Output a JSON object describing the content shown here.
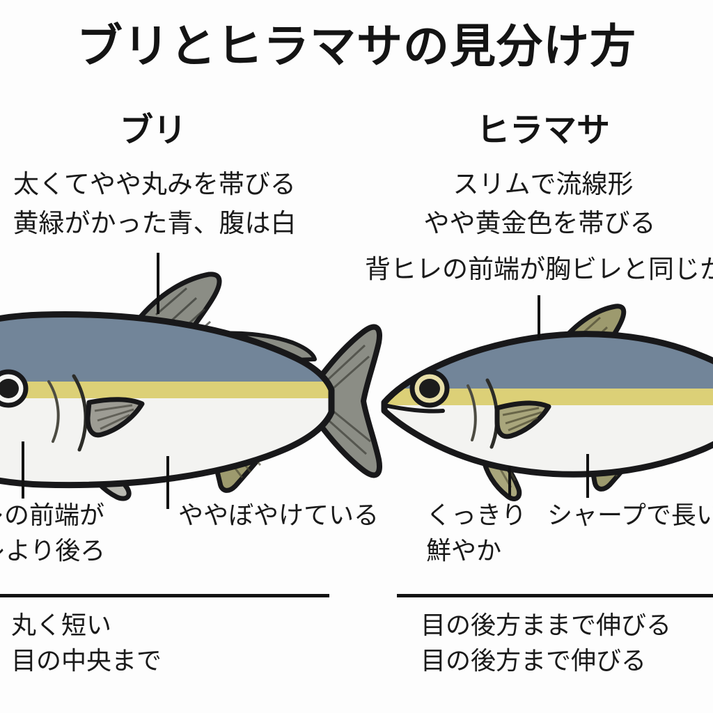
{
  "page": {
    "title": "ブリとヒラマサの見分け方",
    "background_color": "#ffffff",
    "text_color": "#1a1a1a"
  },
  "columns": {
    "left": {
      "heading": "ブリ",
      "descriptions": [
        "太くてやや丸みを帯びる",
        "黄緑がかった青、腹は白"
      ],
      "callouts": [
        "ビレの前端が",
        "ビレより後ろ",
        "ややぼやけている"
      ],
      "bottom_notes": [
        "丸く短い",
        "目の中央まで"
      ]
    },
    "right": {
      "heading": "ヒラマサ",
      "descriptions": [
        "スリムで流線形",
        "やや黄金色を帯びる",
        "背ヒレの前端が胸ビレと同じか前"
      ],
      "callouts": [
        "くっきり",
        "鮮やか",
        "シャープで長い"
      ],
      "bottom_notes": [
        "目の後方ままで伸びる",
        "目の後方まで伸びる"
      ]
    }
  },
  "illustration": {
    "left_fish_name": "buri-fish-illustration",
    "right_fish_name": "hiramasa-fish-illustration",
    "colors": {
      "outline": "#18181a",
      "dorsal_blue": "#728599",
      "lateral_yellow": "#dcd077",
      "belly_white": "#f3f3f1",
      "fin_gray": "#8b8d85",
      "fin_olive": "#9d9a6e",
      "eye_black": "#1c1c1c"
    }
  },
  "leader_lines": {
    "count": 6,
    "color": "#121212"
  },
  "dividers": {
    "count": 2,
    "color": "#121212"
  }
}
